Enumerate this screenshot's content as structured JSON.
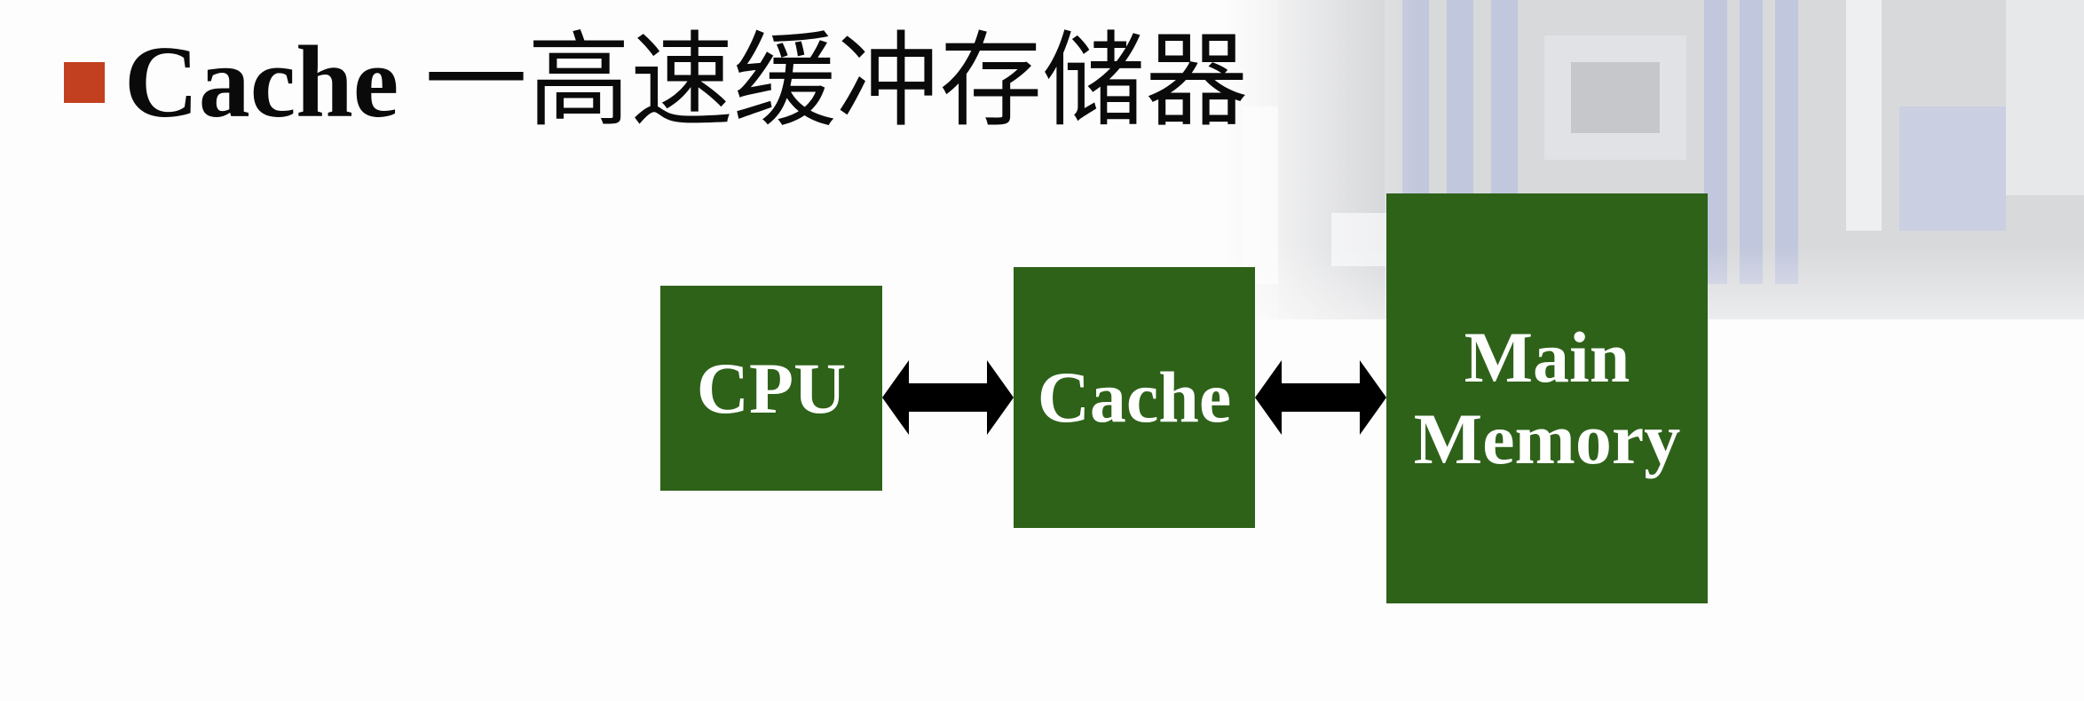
{
  "slide": {
    "title_latin": "Cache",
    "title_cjk": " 一高速缓冲存储器",
    "bullet_color": "#c2401f"
  },
  "diagram": {
    "box_color": "#2e6219",
    "nodes": [
      {
        "id": "cpu",
        "label": "CPU"
      },
      {
        "id": "cache",
        "label": "Cache"
      },
      {
        "id": "main_memory",
        "label_line1": "Main",
        "label_line2": "Memory"
      }
    ],
    "edges": [
      {
        "from": "cpu",
        "to": "cache",
        "direction": "bidirectional"
      },
      {
        "from": "cache",
        "to": "main_memory",
        "direction": "bidirectional"
      }
    ]
  },
  "background": {
    "image": "motherboard-photo"
  }
}
